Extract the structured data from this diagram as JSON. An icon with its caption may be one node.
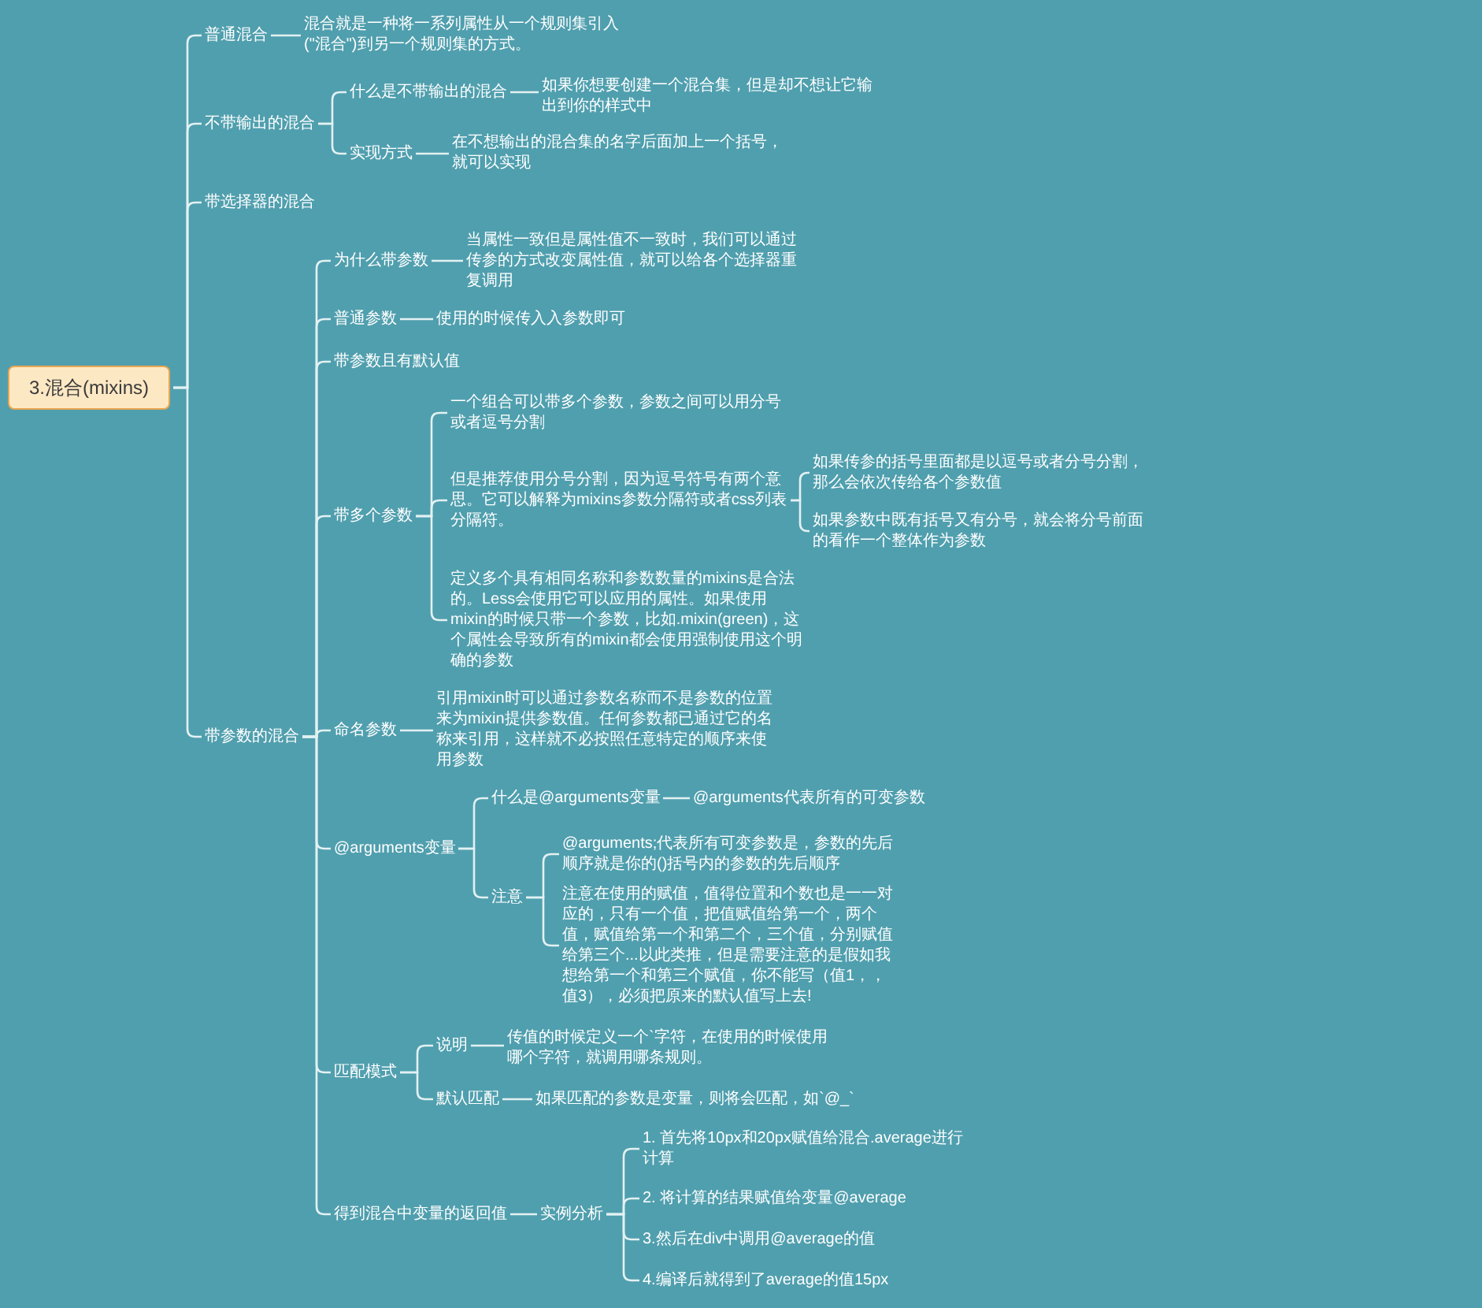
{
  "diagram": {
    "nodes": [
      {
        "text": [
          "3.混合(mixins)"
        ]
      },
      {
        "text": [
          "普通混合"
        ]
      },
      {
        "text": [
          "混合就是一种将一系列属性从一个规则集引入(\"混合\")到另一个规则集的方式。"
        ]
      },
      {
        "text": [
          "不带输出的混合"
        ]
      },
      {
        "text": [
          "什么是不带输出的混合"
        ]
      },
      {
        "text": [
          "如果你想要创建一个混合集，但是却不想让它输出到你的样式中"
        ]
      },
      {
        "text": [
          "实现方式"
        ]
      },
      {
        "text": [
          "在不想输出的混合集的名字后面加上一个括号，就可以实现"
        ]
      },
      {
        "text": [
          "带选择器的混合"
        ]
      },
      {
        "text": [
          "带参数的混合"
        ]
      },
      {
        "text": [
          "为什么带参数"
        ]
      },
      {
        "text": [
          "当属性一致但是属性值不一致时，我们可以通过传参的方式改变属性值，就可以给各个选择器重复调用"
        ]
      },
      {
        "text": [
          "普通参数"
        ]
      },
      {
        "text": [
          "使用的时候传入入参数即可"
        ]
      },
      {
        "text": [
          "带参数且有默认值"
        ]
      },
      {
        "text": [
          "带多个参数"
        ]
      },
      {
        "text": [
          "一个组合可以带多个参数，参数之间可以用分号或者逗号分割"
        ]
      },
      {
        "text": [
          "但是推荐使用分号分割，因为逗号符号有两个意思。它可以解释为mixins参数分隔符或者css列表分隔符。"
        ]
      },
      {
        "text": [
          "如果传参的括号里面都是以逗号或者分号分割，那么会依次传给各个参数值"
        ]
      },
      {
        "text": [
          "如果参数中既有括号又有分号，就会将分号前面的看作一个整体作为参数"
        ]
      },
      {
        "text": [
          "定义多个具有相同名称和参数数量的mixins是合法的。Less会使用它可以应用的属性。如果使用mixin的时候只带一个参数，比如.mixin(green)，这个属性会导致所有的mixin都会使用强制使用这个明确的参数"
        ]
      },
      {
        "text": [
          "命名参数"
        ]
      },
      {
        "text": [
          "引用mixin时可以通过参数名称而不是参数的位置来为mixin提供参数值。任何参数都已通过它的名称来引用，这样就不必按照任意特定的顺序来使用参数"
        ]
      },
      {
        "text": [
          "@arguments变量"
        ]
      },
      {
        "text": [
          "什么是@arguments变量"
        ]
      },
      {
        "text": [
          "@arguments代表所有的可变参数"
        ]
      },
      {
        "text": [
          "注意"
        ]
      },
      {
        "text": [
          "@arguments;代表所有可变参数是，参数的先后顺序就是你的()括号内的参数的先后顺序"
        ]
      },
      {
        "text": [
          "注意在使用的赋值，值得位置和个数也是一一对应的，只有一个值，把值赋值给第一个，两个值，赋值给第一个和第二个，三个值，分别赋值给第三个...以此类推，但是需要注意的是假如我想给第一个和第三个赋值，你不能写（值1，，值3），必须把原来的默认值写上去!"
        ]
      },
      {
        "text": [
          "匹配模式"
        ]
      },
      {
        "text": [
          "说明"
        ]
      },
      {
        "text": [
          "传值的时候定义一个`字符，在使用的时候使用哪个字符，就调用哪条规则。"
        ]
      },
      {
        "text": [
          "默认匹配"
        ]
      },
      {
        "text": [
          "如果匹配的参数是变量，则将会匹配，如`@_`"
        ]
      },
      {
        "text": [
          "得到混合中变量的返回值"
        ]
      },
      {
        "text": [
          "实例分析"
        ]
      },
      {
        "text": [
          "1. 首先将10px和20px赋值给混合.average进行计算"
        ]
      },
      {
        "text": [
          "2. 将计算的结果赋值给变量@average"
        ]
      },
      {
        "text": [
          "3.然后在div中调用@average的值"
        ]
      },
      {
        "text": [
          "4.编译后就得到了average的值15px"
        ]
      }
    ],
    "edges": [
      {
        "from": 0,
        "to": 1,
        "arrow": "none"
      },
      {
        "from": 0,
        "to": 3,
        "arrow": "none"
      },
      {
        "from": 0,
        "to": 8,
        "arrow": "none"
      },
      {
        "from": 0,
        "to": 9,
        "arrow": "none"
      },
      {
        "from": 1,
        "to": 2,
        "arrow": "none"
      },
      {
        "from": 3,
        "to": 4,
        "arrow": "none"
      },
      {
        "from": 3,
        "to": 6,
        "arrow": "none"
      },
      {
        "from": 4,
        "to": 5,
        "arrow": "none"
      },
      {
        "from": 6,
        "to": 7,
        "arrow": "none"
      },
      {
        "from": 9,
        "to": 10,
        "arrow": "none"
      },
      {
        "from": 9,
        "to": 12,
        "arrow": "none"
      },
      {
        "from": 9,
        "to": 14,
        "arrow": "none"
      },
      {
        "from": 9,
        "to": 15,
        "arrow": "none"
      },
      {
        "from": 9,
        "to": 21,
        "arrow": "none"
      },
      {
        "from": 9,
        "to": 23,
        "arrow": "none"
      },
      {
        "from": 9,
        "to": 29,
        "arrow": "none"
      },
      {
        "from": 9,
        "to": 34,
        "arrow": "none"
      },
      {
        "from": 10,
        "to": 11,
        "arrow": "none"
      },
      {
        "from": 12,
        "to": 13,
        "arrow": "none"
      },
      {
        "from": 15,
        "to": 16,
        "arrow": "none"
      },
      {
        "from": 15,
        "to": 17,
        "arrow": "none"
      },
      {
        "from": 15,
        "to": 20,
        "arrow": "none"
      },
      {
        "from": 17,
        "to": 18,
        "arrow": "none"
      },
      {
        "from": 17,
        "to": 19,
        "arrow": "none"
      },
      {
        "from": 21,
        "to": 22,
        "arrow": "none"
      },
      {
        "from": 23,
        "to": 24,
        "arrow": "none"
      },
      {
        "from": 23,
        "to": 26,
        "arrow": "none"
      },
      {
        "from": 24,
        "to": 25,
        "arrow": "none"
      },
      {
        "from": 26,
        "to": 27,
        "arrow": "none"
      },
      {
        "from": 26,
        "to": 28,
        "arrow": "none"
      },
      {
        "from": 29,
        "to": 30,
        "arrow": "none"
      },
      {
        "from": 29,
        "to": 32,
        "arrow": "none"
      },
      {
        "from": 30,
        "to": 31,
        "arrow": "none"
      },
      {
        "from": 32,
        "to": 33,
        "arrow": "none"
      },
      {
        "from": 34,
        "to": 35,
        "arrow": "none"
      },
      {
        "from": 35,
        "to": 36,
        "arrow": "none"
      },
      {
        "from": 35,
        "to": 37,
        "arrow": "none"
      },
      {
        "from": 35,
        "to": 38,
        "arrow": "none"
      },
      {
        "from": 35,
        "to": 39,
        "arrow": "none"
      }
    ]
  }
}
